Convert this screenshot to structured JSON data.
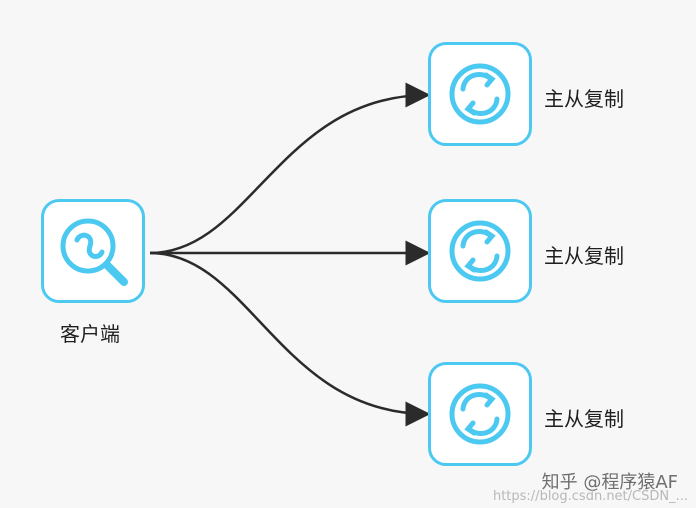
{
  "diagram": {
    "client": {
      "label": "客户端",
      "icon": "search-icon"
    },
    "replicas": [
      {
        "label": "主从复制",
        "icon": "sync-icon"
      },
      {
        "label": "主从复制",
        "icon": "sync-icon"
      },
      {
        "label": "主从复制",
        "icon": "sync-icon"
      }
    ],
    "edge_color": "#2b2b2b",
    "node_border_color": "#4cc9f0",
    "icon_color": "#4cc9f0"
  },
  "watermark": {
    "text": "知乎 @程序猿AF",
    "url": "https://blog.csdn.net/CSDN_..."
  }
}
